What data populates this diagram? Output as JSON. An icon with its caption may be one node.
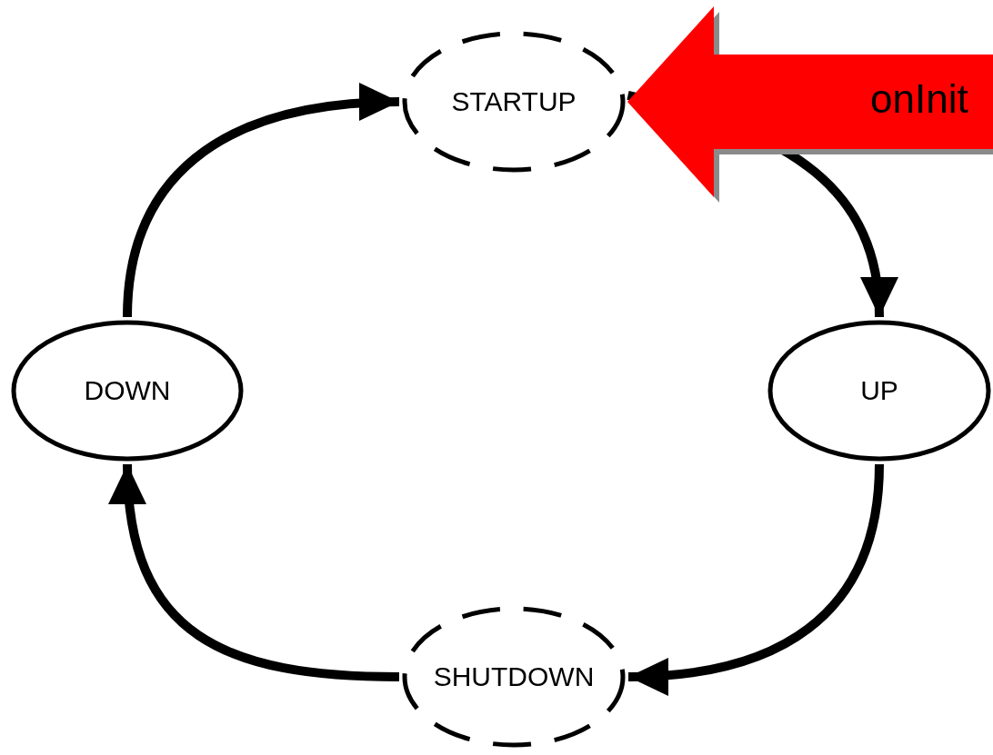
{
  "diagram": {
    "nodes": [
      {
        "text": [
          "STARTUP"
        ]
      },
      {
        "text": [
          "UP"
        ]
      },
      {
        "text": [
          "SHUTDOWN"
        ]
      },
      {
        "text": [
          "DOWN"
        ]
      }
    ],
    "edges": [
      {
        "from": 0,
        "to": 1,
        "arrow": "to"
      },
      {
        "from": 1,
        "to": 2,
        "arrow": "to"
      },
      {
        "from": 2,
        "to": 3,
        "arrow": "to"
      },
      {
        "from": 3,
        "to": 0,
        "arrow": "to"
      },
      {
        "from": null,
        "to": 0,
        "arrow": "to",
        "label": "onInit",
        "style": "thick",
        "color": "#ff0000"
      }
    ]
  }
}
